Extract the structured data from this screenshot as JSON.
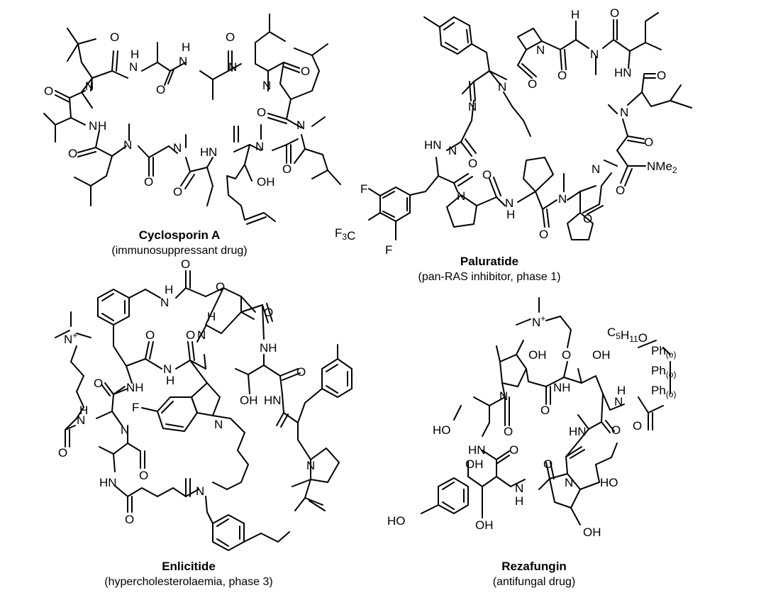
{
  "molecules": [
    {
      "id": "cyclosporin",
      "name": "Cyclosporin A",
      "description": "(immunosuppressant drug)",
      "atom_labels": [
        "N",
        "H",
        "N",
        "H",
        "N",
        "O",
        "O",
        "O",
        "O",
        "N",
        "N",
        "O",
        "N",
        "N",
        "O",
        "N",
        "H",
        "N",
        "N",
        "H",
        "N",
        "O",
        "O",
        "O",
        "OH",
        "O"
      ]
    },
    {
      "id": "paluratide",
      "name": "Paluratide",
      "description": "(pan-RAS inhibitor, phase 1)",
      "atom_labels": [
        "N",
        "O",
        "O",
        "N",
        "H",
        "N",
        "O",
        "N",
        "N",
        "HN",
        "O",
        "N",
        "O",
        "HN",
        "O",
        "N",
        "NMe2",
        "O",
        "F",
        "F",
        "F3C",
        "N",
        "O",
        "H",
        "N",
        "O",
        "N",
        "O"
      ]
    },
    {
      "id": "enlicitide",
      "name": "Enlicitide",
      "description": "(hypercholesterolaemia, phase 3)",
      "atom_labels": [
        "N+",
        "O",
        "O",
        "H",
        "N",
        "O",
        "N",
        "H",
        "NH",
        "O",
        "N",
        "H",
        "O",
        "NH",
        "F",
        "N",
        "OH",
        "HN",
        "O",
        "O",
        "N",
        "N",
        "N",
        "O",
        "O",
        "HN",
        "O",
        "H",
        "N"
      ]
    },
    {
      "id": "rezafungin",
      "name": "Rezafungin",
      "description": "(antifungal drug)",
      "atom_labels": [
        "N+",
        "O",
        "OH",
        "OH",
        "C5H11O",
        "Ph(o)",
        "Ph(o)",
        "Ph(o)",
        "N",
        "NH",
        "H",
        "N",
        "O",
        "O",
        "HO",
        "O",
        "HN",
        "O",
        "HN",
        "O",
        "OH",
        "N",
        "O",
        "N",
        "HO",
        "HO",
        "OH",
        "H",
        "OH"
      ]
    }
  ]
}
